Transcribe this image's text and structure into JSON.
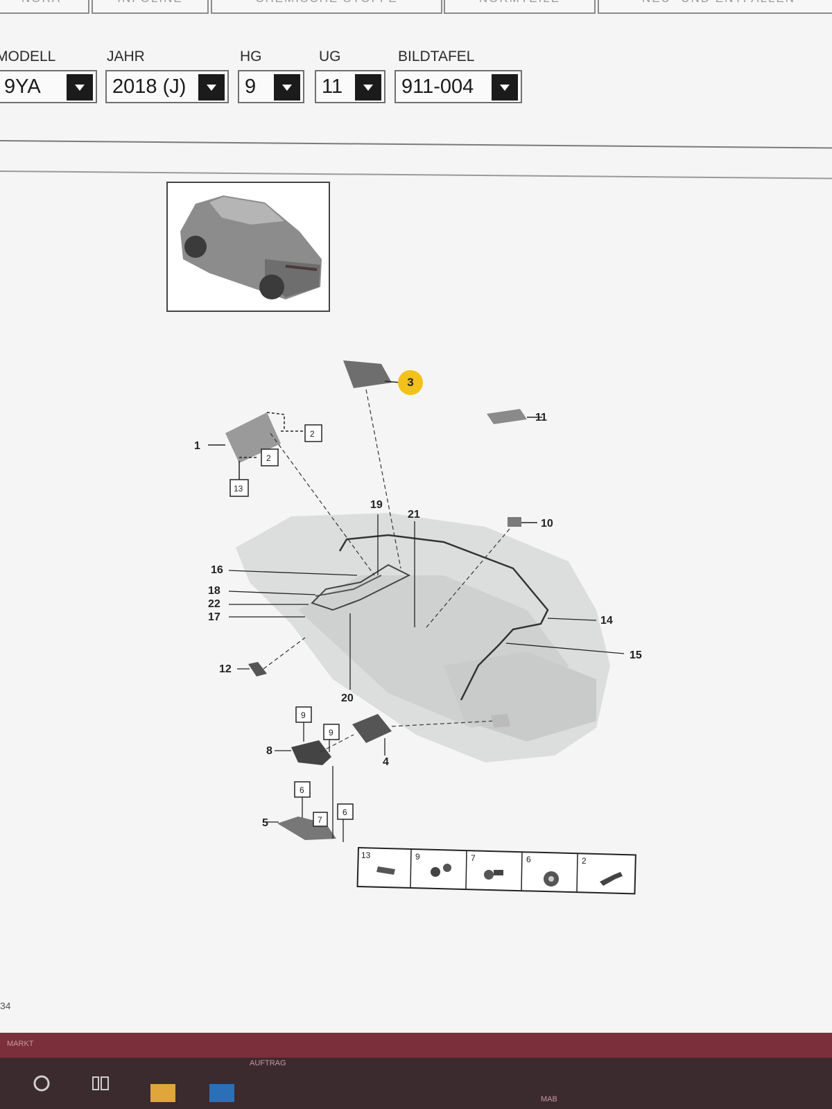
{
  "tabs": [
    {
      "label": "NORA"
    },
    {
      "label": "INFOLINE"
    },
    {
      "label": "CHEMISCHE STOFFE"
    },
    {
      "label": "NORMTEILE"
    },
    {
      "label": "NEU- UND ENTFALLEN"
    }
  ],
  "filters": {
    "modell": {
      "label": "MODELL",
      "value": "9YA"
    },
    "jahr": {
      "label": "JAHR",
      "value": "2018 (J)"
    },
    "hg": {
      "label": "HG",
      "value": "9"
    },
    "ug": {
      "label": "UG",
      "value": "11"
    },
    "bildtafel": {
      "label": "BILDTAFEL",
      "value": "911-004"
    }
  },
  "callouts": {
    "highlighted": "3",
    "numbers": [
      "1",
      "2",
      "2",
      "13",
      "19",
      "21",
      "11",
      "10",
      "16",
      "18",
      "22",
      "17",
      "14",
      "15",
      "12",
      "20",
      "9",
      "9",
      "8",
      "4",
      "6",
      "6",
      "7",
      "5"
    ]
  },
  "legend": {
    "items": [
      "13",
      "9",
      "7",
      "6",
      "2"
    ]
  },
  "side_number": "34",
  "taskbar": {
    "label_left": "MARKT",
    "label_mid": "AUFTRAG",
    "label_right": "MAB"
  },
  "colors": {
    "highlight": "#f2c21b",
    "taskbar": "#3b2b2e",
    "taskbar_strip": "#7a2f3a"
  }
}
